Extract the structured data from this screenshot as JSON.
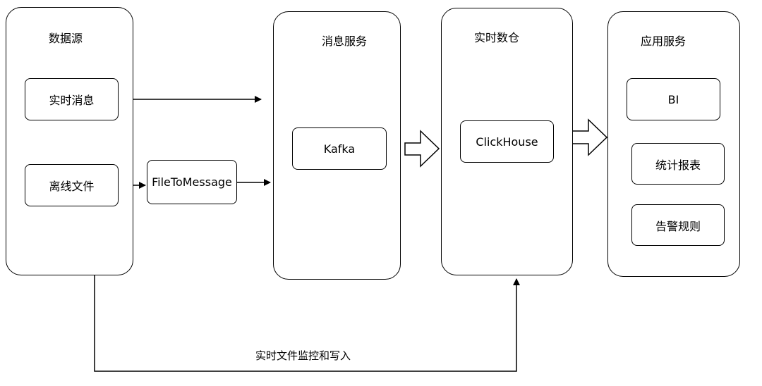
{
  "panels": {
    "source": {
      "title": "数据源"
    },
    "message": {
      "title": "消息服务"
    },
    "warehouse": {
      "title": "实时数仓"
    },
    "application": {
      "title": "应用服务"
    }
  },
  "boxes": {
    "realtime_message": "实时消息",
    "offline_file": "离线文件",
    "file_to_message": "FileToMessage",
    "kafka": "Kafka",
    "clickhouse": "ClickHouse",
    "bi": "BI",
    "stats_report": "统计报表",
    "alert_rules": "告警规则"
  },
  "edges": {
    "monitor_write_label": "实时文件监控和写入"
  }
}
